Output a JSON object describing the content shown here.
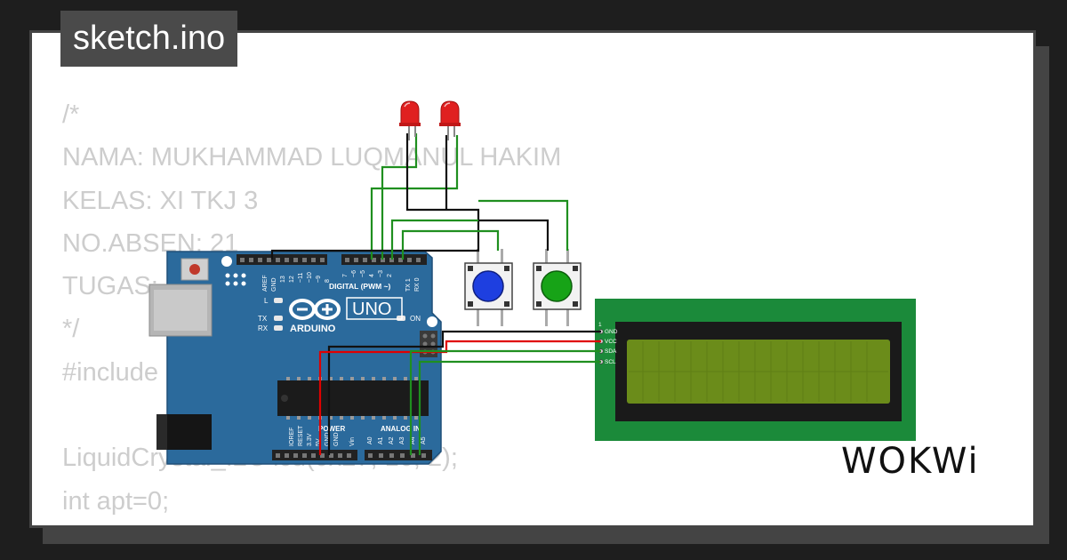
{
  "badge": {
    "title": "sketch.ino"
  },
  "code": {
    "lines": [
      "/*",
      "NAMA: MUKHAMMAD LUQMANUL HAKIM",
      "KELAS: XI TKJ 3",
      "NO.ABSEN: 21",
      "TUGAS:",
      "*/",
      "#include <LiquidCrystal_I2C.h>",
      "",
      "LiquidCrystal_I2C lcd(0x27, 16, 2);",
      "int apt=0;"
    ]
  },
  "arduino": {
    "logo_text": "ARDUINO",
    "model": "UNO",
    "digital_label": "DIGITAL (PWM ~)",
    "power_label": "POWER",
    "analog_label": "ANALOG IN",
    "on_label": "ON",
    "l_label": "L",
    "tx_label": "TX",
    "rx_label": "RX",
    "top_pins": [
      "AREF",
      "GND",
      "13",
      "12",
      "~11",
      "~10",
      "~9",
      "8",
      "7",
      "~6",
      "~5",
      "4",
      "~3",
      "2",
      "TX 1",
      "RX 0"
    ],
    "power_pins": [
      "IOREF",
      "RESET",
      "3.3V",
      "5V",
      "GND",
      "GND",
      "Vin"
    ],
    "analog_pins": [
      "A0",
      "A1",
      "A2",
      "A3",
      "A4",
      "A5"
    ]
  },
  "lcd": {
    "pin_one": "1",
    "pins": [
      "GND",
      "VCC",
      "SDA",
      "SCL"
    ]
  },
  "parts": {
    "led_color": "#e02020",
    "button_colors": [
      "#1e3fe0",
      "#17a317"
    ]
  },
  "brand": {
    "name": "WOKWi"
  },
  "colors": {
    "wire_green": "#1f8f1f",
    "wire_red": "#e00000",
    "wire_black": "#111111",
    "board_blue": "#2b6a9c",
    "lcd_green": "#1b8a3a",
    "lcd_screen": "#6b8c1a"
  }
}
